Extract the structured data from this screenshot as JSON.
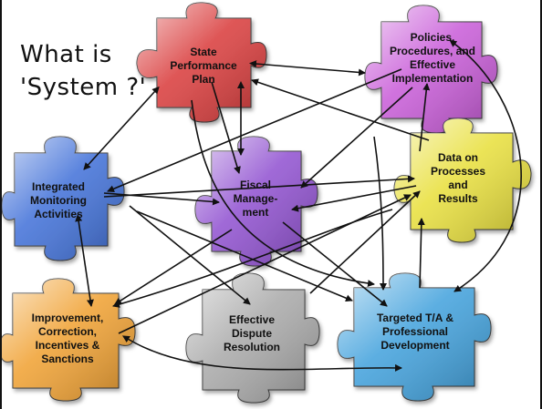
{
  "title": "What is\n'System ?'",
  "pieces": {
    "state_plan": {
      "label": "State\nPerformance\nPlan",
      "color": "#d93a3a"
    },
    "policies": {
      "label": "Policies,\nProcedures, and\nEffective\nImplementation",
      "color": "#c85ad8"
    },
    "data": {
      "label": "Data on\nProcesses\nand\nResults",
      "color": "#e8df3a"
    },
    "integrated": {
      "label": "Integrated\nMonitoring\nActivities",
      "color": "#3f6fd8"
    },
    "fiscal": {
      "label": "Fiscal\nManage-\nment",
      "color": "#8f4fd0"
    },
    "improvement": {
      "label": "Improvement,\nCorrection,\nIncentives &\nSanctions",
      "color": "#f0a030"
    },
    "dispute": {
      "label": "Effective\nDispute\nResolution",
      "color": "#a8a8a8"
    },
    "targeted": {
      "label": "Targeted T/A &\nProfessional\nDevelopment",
      "color": "#3fa0dc"
    }
  }
}
